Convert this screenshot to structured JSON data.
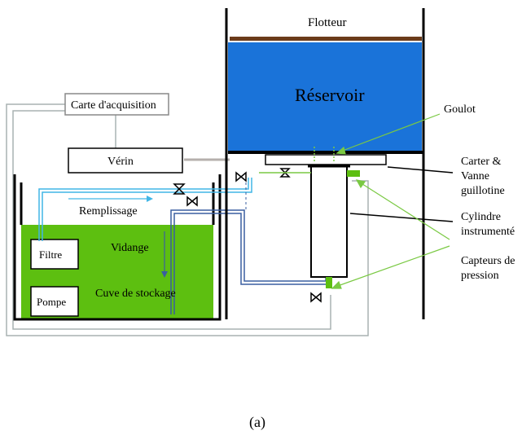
{
  "labels": {
    "flotteur": "Flotteur",
    "reservoir": "Réservoir",
    "goulot": "Goulot",
    "carte": "Carte d'acquisition",
    "verin": "Vérin",
    "carter_1": "Carter &",
    "carter_2": "Vanne",
    "carter_3": "guillotine",
    "remplissage": "Remplissage",
    "vidange": "Vidange",
    "filtre": "Filtre",
    "pompe": "Pompe",
    "cuve": "Cuve de stockage",
    "cylindre_1": "Cylindre",
    "cylindre_2": "instrumenté",
    "capteurs_1": "Capteurs de",
    "capteurs_2": "pression",
    "caption": "(a)"
  },
  "colors": {
    "water_blue": "#1a73d9",
    "liquid_green": "#5dbf10",
    "light_green": "#7ac943",
    "float_brown": "#6b3b1a",
    "cable_grey": "#a8b2b2",
    "pipe_cyan": "#41b6e6",
    "pipe_blue": "#3a5fa0"
  }
}
